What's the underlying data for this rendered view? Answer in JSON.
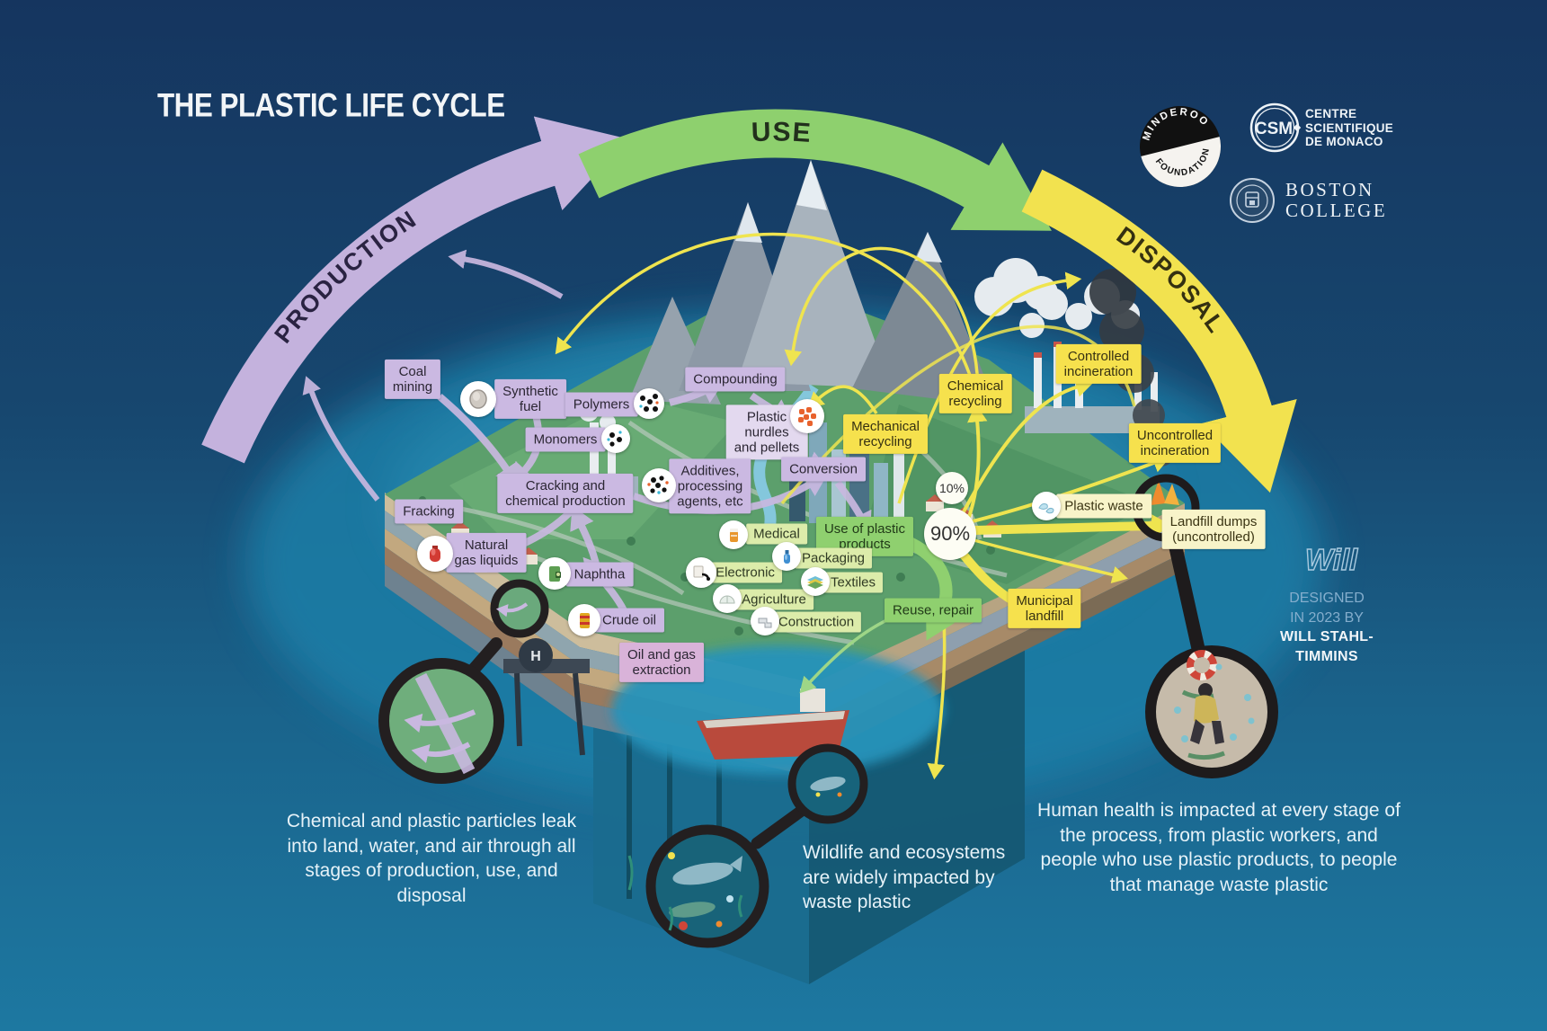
{
  "title": "THE PLASTIC LIFE CYCLE",
  "stages": {
    "production": "PRODUCTION",
    "use": "USE",
    "disposal": "DISPOSAL"
  },
  "logos": {
    "minderoo_top": "MINDEROO",
    "minderoo_bottom": "FOUNDATION",
    "csm_acronym": "CSM",
    "csm_name": "CENTRE\nSCIENTIFIQUE\nDE MONACO",
    "boston_college": "BOSTON\nCOLLEGE"
  },
  "nodes": {
    "coal_mining": "Coal\nmining",
    "synthetic_fuel": "Synthetic\nfuel",
    "polymers": "Polymers",
    "monomers": "Monomers",
    "compounding": "Compounding",
    "plastic_nurdles": "Plastic\nnurdles\nand pellets",
    "mechanical_recycling": "Mechanical\nrecycling",
    "chemical_recycling": "Chemical\nrecycling",
    "controlled_incineration": "Controlled\nincineration",
    "uncontrolled_incineration": "Uncontrolled\nincineration",
    "conversion": "Conversion",
    "cracking": "Cracking and\nchemical production",
    "additives": "Additives,\nprocessing\nagents, etc",
    "fracking": "Fracking",
    "natural_gas_liquids": "Natural\ngas liquids",
    "naphtha": "Naphtha",
    "crude_oil": "Crude oil",
    "oil_gas_extraction": "Oil and gas\nextraction",
    "medical": "Medical",
    "electronic": "Electronic",
    "packaging": "Packaging",
    "textiles": "Textiles",
    "agriculture": "Agriculture",
    "construction": "Construction",
    "use_of_plastic": "Use of plastic\nproducts",
    "reuse_repair": "Reuse, repair",
    "plastic_waste": "Plastic waste",
    "landfill_dumps": "Landfill dumps\n(uncontrolled)",
    "municipal_landfill": "Municipal\nlandfill",
    "pct_recycled": "10%",
    "pct_not_recycled": "90%"
  },
  "captions": {
    "leakage": "Chemical and plastic particles leak into land, water, and air through all stages of production, use, and disposal",
    "wildlife": "Wildlife and ecosystems are widely impacted by waste plastic",
    "human_health": "Human health is impacted at every stage of the process, from plastic workers, and people who use plastic products, to people that manage waste plastic"
  },
  "credit": {
    "logo": "Will",
    "line1": "DESIGNED",
    "line2": "IN 2023 BY",
    "line3": "WILL STAHL-",
    "line4": "TIMMINS"
  },
  "colors": {
    "background_top": "#15355f",
    "background_bottom": "#1d78a1",
    "production_arrow": "#c4b2dd",
    "use_arrow": "#8ed06e",
    "disposal_arrow": "#f2e24f",
    "label_purple": "#cbb9e2",
    "label_pink": "#d9b3d9",
    "label_yellow": "#f6e14d",
    "label_pale_yellow": "#f8f4c9",
    "label_green": "#8fd06f",
    "label_light_green": "#dcecaa",
    "caption_text": "#e6f2f8"
  }
}
